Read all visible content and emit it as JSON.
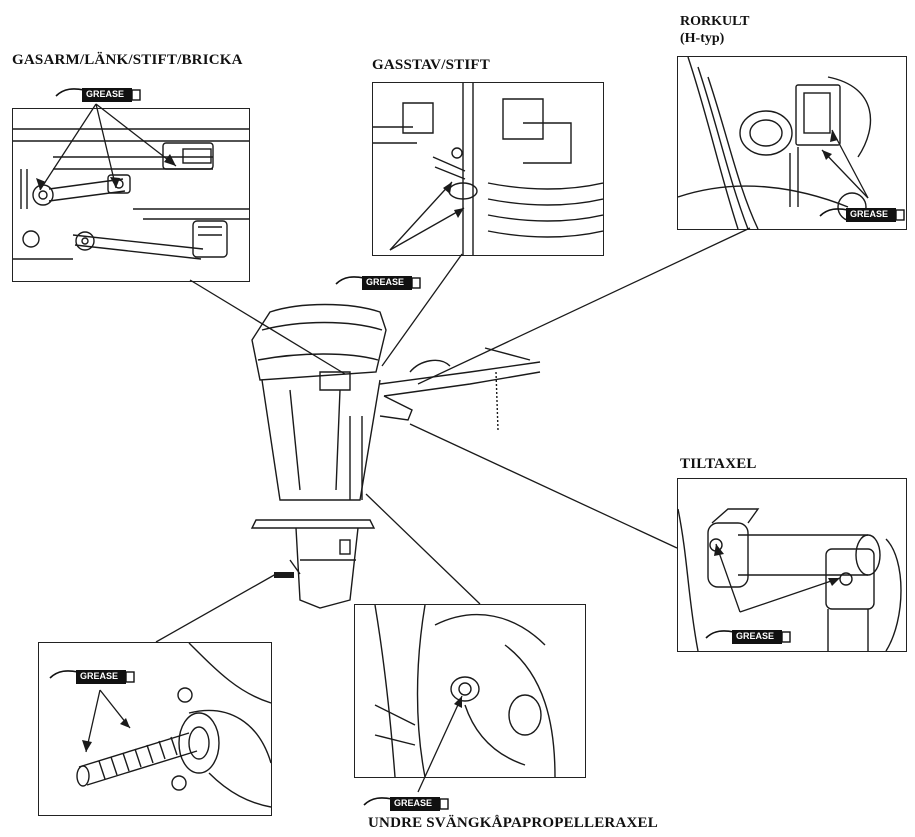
{
  "labels": {
    "throttle_arm": "GASARM/LÄNK/STIFT/BRICKA",
    "throttle_rod": "GASSTAV/STIFT",
    "tiller_line1": "RORKULT",
    "tiller_line2": "(H-typ)",
    "tilt_shaft": "TILTAXEL",
    "lower_swivel": "UNDRE SVÄNGKÅPAPROPELLERAXEL"
  },
  "grease_badge": "GREASE",
  "colors": {
    "line": "#1a1a1a",
    "paper": "#ffffff"
  }
}
